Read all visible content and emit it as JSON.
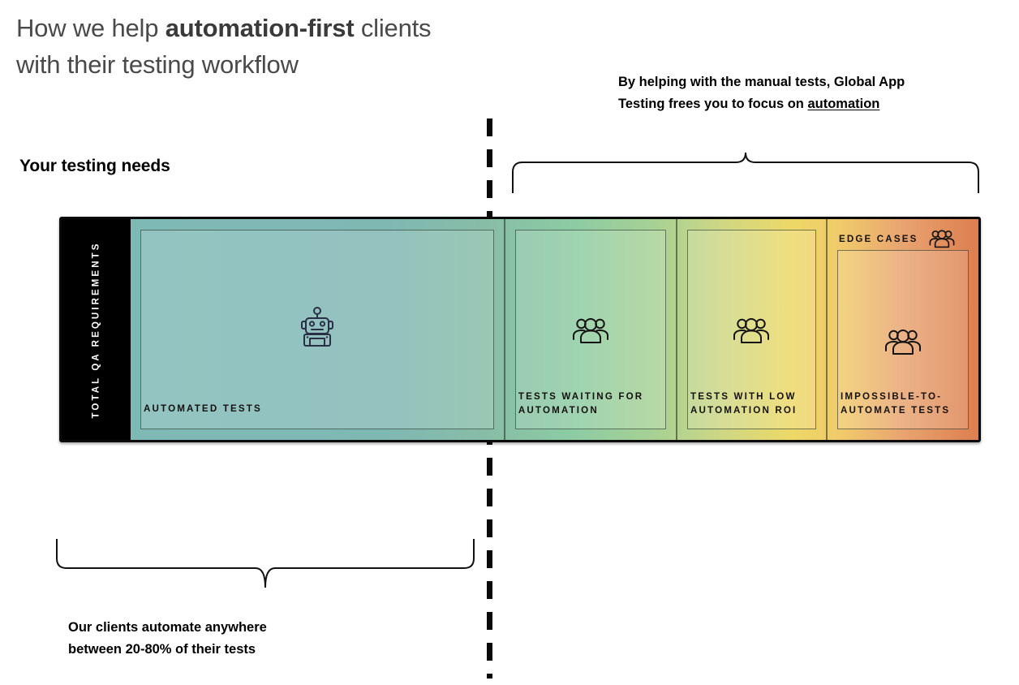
{
  "title": {
    "line1_pre": "How we help ",
    "line1_em": "automation-first",
    "line1_post": " clients",
    "line2": "with their testing workflow"
  },
  "annotations": {
    "top_right": {
      "line1": "By helping with the manual tests, Global App",
      "line2_pre": "Testing frees you to focus on ",
      "line2_link": "automation"
    },
    "bottom_left": {
      "line1": "Our clients automate anywhere",
      "line2": "between 20-80% of their tests"
    }
  },
  "headings": {
    "testing_needs": "Your testing needs"
  },
  "bar": {
    "total_label": "TOTAL QA\nREQUIREMENTS",
    "edge_cases_label": "EDGE CASES",
    "edge_cases_icon": "people-group-icon",
    "panels": [
      {
        "id": "automated-tests",
        "label": "AUTOMATED TESTS",
        "icon": "robot-icon",
        "width_pct": 44.2,
        "color_start": "#7fb9b5",
        "color_end": "#8ccba3"
      },
      {
        "id": "tests-waiting-for-automation",
        "label": "TESTS WAITING FOR\nAUTOMATION",
        "icon": "people-group-icon",
        "width_pct": 20.3,
        "color_start": "#8ccba3",
        "color_end": "#cfd783"
      },
      {
        "id": "tests-with-low-automation-roi",
        "label": "TESTS WITH LOW\nAUTOMATION ROI",
        "icon": "people-group-icon",
        "width_pct": 17.7,
        "color_start": "#cfd783",
        "color_end": "#f0c96b"
      },
      {
        "id": "impossible-to-automate-tests",
        "label": "IMPOSSIBLE-TO-\nAUTOMATE TESTS",
        "icon": "people-group-icon",
        "width_pct": 17.8,
        "color_start": "#e8a470",
        "color_end": "#dd7e4e"
      }
    ]
  },
  "colors": {
    "title_text": "#4a4a4a",
    "body_text": "#000000",
    "bar_frame": "#000000",
    "gradient_teal": "#7fb9b5",
    "gradient_green": "#8ccba3",
    "gradient_yellow": "#edd867",
    "gradient_orange": "#dd7e4e"
  }
}
